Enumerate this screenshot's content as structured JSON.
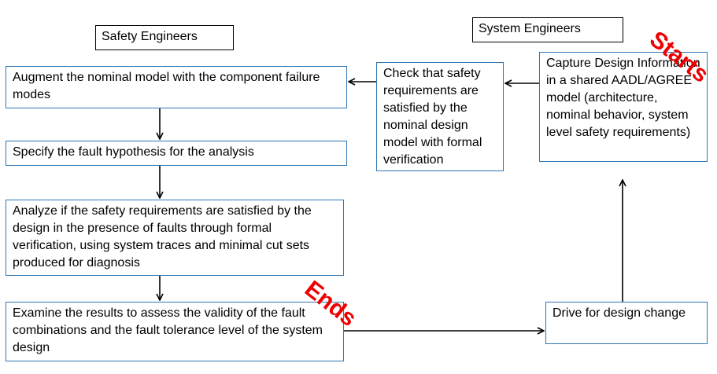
{
  "labels": {
    "safety_engineers": "Safety Engineers",
    "system_engineers": "System Engineers"
  },
  "steps": {
    "augment": "Augment the nominal model with the component failure modes",
    "specify": "Specify the fault hypothesis for the analysis",
    "analyze": "Analyze if the safety requirements are satisfied by the design in the presence of faults through formal verification, using system traces and minimal cut sets produced for diagnosis",
    "examine": "Examine the results to assess the validity of the fault combinations and the fault tolerance level of the system design",
    "check": "Check that safety requirements are satisfied by the nominal design model with formal verification",
    "capture": "Capture Design Information in a shared AADL/AGREE model (architecture, nominal behavior, system level safety requirements)",
    "drive": "Drive for design change"
  },
  "stamps": {
    "starts": "Starts",
    "ends": "Ends"
  },
  "colors": {
    "box_border": "#2e75b6",
    "stamp": "#ee0000",
    "arrow": "#000000"
  }
}
